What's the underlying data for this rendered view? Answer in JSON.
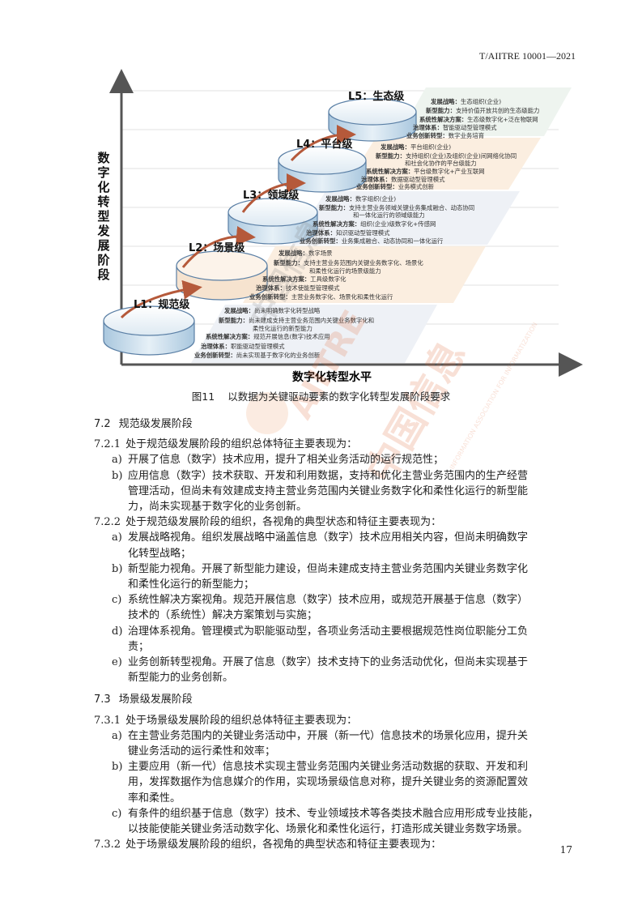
{
  "header": {
    "standard_id": "T/AIITRE 10001—2021"
  },
  "figure": {
    "y_axis_label": [
      "数",
      "字",
      "化",
      "转",
      "型",
      "发",
      "展",
      "阶",
      "段"
    ],
    "x_axis_label": "数字化转型水平",
    "watermark": {
      "line1": "中国信息",
      "line2": "中国信息",
      "line3": "AIITRE",
      "line4": "INFORMATION ASSOCIATION FOR INFORMATIZATION"
    },
    "levels": [
      {
        "name": "L1：规范级",
        "rows": [
          {
            "k": "发展战略：",
            "v": "尚未明确数字化转型战略"
          },
          {
            "k": "新型能力：",
            "v": "尚未建成支持主营业务范围内关键业务数字化和"
          },
          {
            "k": "",
            "v": "柔性化运行的新型能力"
          },
          {
            "k": "系统性解决方案：",
            "v": "规范开展信息(数字)技术应用"
          },
          {
            "k": "治理体系：",
            "v": "职能驱动型管理模式"
          },
          {
            "k": "业务创新转型：",
            "v": "尚未实现基于数字化的业务创新"
          }
        ]
      },
      {
        "name": "L2：场景级",
        "rows": [
          {
            "k": "发展战略：",
            "v": "数字场景"
          },
          {
            "k": "新型能力：",
            "v": "支持主营业务范围内关键业务数字化、场景化"
          },
          {
            "k": "",
            "v": "和柔性化运行的场景级能力"
          },
          {
            "k": "系统性解决方案：",
            "v": "工具级数字化"
          },
          {
            "k": "治理体系：",
            "v": "技术使能型管理模式"
          },
          {
            "k": "业务创新转型：",
            "v": "主营业务数字化、场景化和柔性化运行"
          }
        ]
      },
      {
        "name": "L3：领域级",
        "rows": [
          {
            "k": "发展战略：",
            "v": "数字组织(企业)"
          },
          {
            "k": "新型能力：",
            "v": "支持主营业务领域关键业务集成融合、动态协同"
          },
          {
            "k": "",
            "v": "和一体化运行的领域级能力"
          },
          {
            "k": "系统性解决方案：",
            "v": "组织(企业)级数字化+传感网"
          },
          {
            "k": "治理体系：",
            "v": "知识驱动型管理模式"
          },
          {
            "k": "业务创新转型：",
            "v": "业务集成融合、动态协同和一体化运行"
          }
        ]
      },
      {
        "name": "L4：平台级",
        "rows": [
          {
            "k": "发展战略：",
            "v": "平台组织(企业)"
          },
          {
            "k": "新型能力：",
            "v": "支持组织(企业)及组织(企业)间网络化协同"
          },
          {
            "k": "",
            "v": "和社会化协作的平台级能力"
          },
          {
            "k": "系统性解决方案：",
            "v": "平台级数字化+产业互联网"
          },
          {
            "k": "治理体系：",
            "v": "数据驱动型管理模式"
          },
          {
            "k": "业务创新转型：",
            "v": "业务模式创新"
          }
        ]
      },
      {
        "name": "L5：生态级",
        "rows": [
          {
            "k": "发展战略：",
            "v": "生态组织(企业)"
          },
          {
            "k": "新型能力：",
            "v": "支持价值开放共创的生态级能力"
          },
          {
            "k": "系统性解决方案：",
            "v": "生态级数字化+泛在物联网"
          },
          {
            "k": "治理体系：",
            "v": "智能驱动型管理模式"
          },
          {
            "k": "业务创新转型：",
            "v": "数字业务培育"
          }
        ]
      }
    ]
  },
  "caption": {
    "label": "图11",
    "text": "以数据为关键驱动要素的数字化转型发展阶段要求"
  },
  "s72": {
    "num": "7.2",
    "title": "规范级发展阶段",
    "c1": {
      "num": "7.2.1",
      "text": "处于规范级发展阶段的组织总体特征主要表现为："
    },
    "c1_items": [
      {
        "lbl": "a)",
        "l1": "开展了信息（数字）技术应用，提升了相关业务活动的运行规范性；"
      },
      {
        "lbl": "b)",
        "l1": "应用信息（数字）技术获取、开发和利用数据，支持和优化主营业务范围内的生产经营",
        "l2": "管理活动，但尚未有效建成支持主营业务范围内关键业务数字化和柔性化运行的新型能",
        "l3": "力，尚未实现基于数字化的业务创新。"
      }
    ],
    "c2": {
      "num": "7.2.2",
      "text": "处于规范级发展阶段的组织，各视角的典型状态和特征主要表现为："
    },
    "c2_items": [
      {
        "lbl": "a)",
        "l1": "发展战略视角。组织发展战略中涵盖信息（数字）技术应用相关内容，但尚未明确数字",
        "l2": "化转型战略；"
      },
      {
        "lbl": "b)",
        "l1": "新型能力视角。开展了新型能力建设，但尚未建成支持主营业务范围内关键业务数字化",
        "l2": "和柔性化运行的新型能力；"
      },
      {
        "lbl": "c)",
        "l1": "系统性解决方案视角。规范开展信息（数字）技术应用，或规范开展基于信息（数字）",
        "l2": "技术的（系统性）解决方案策划与实施；"
      },
      {
        "lbl": "d)",
        "l1": "治理体系视角。管理模式为职能驱动型，各项业务活动主要根据规范性岗位职能分工负",
        "l2": "责；"
      },
      {
        "lbl": "e)",
        "l1": "业务创新转型视角。开展了信息（数字）技术支持下的业务活动优化，但尚未实现基于",
        "l2": "新型能力的业务创新。"
      }
    ]
  },
  "s73": {
    "num": "7.3",
    "title": "场景级发展阶段",
    "c1": {
      "num": "7.3.1",
      "text": "处于场景级发展阶段的组织总体特征主要表现为："
    },
    "c1_items": [
      {
        "lbl": "a)",
        "l1": "在主营业务范围内的关键业务活动中，开展（新一代）信息技术的场景化应用，提升关",
        "l2": "键业务活动的运行柔性和效率；"
      },
      {
        "lbl": "b)",
        "l1": "主要应用（新一代）信息技术实现主营业务范围内关键业务活动数据的获取、开发和利",
        "l2": "用，发挥数据作为信息媒介的作用，实现场景级信息对称，提升关键业务的资源配置效",
        "l3": "率和柔性。"
      },
      {
        "lbl": "c)",
        "l1": "有条件的组织基于信息（数字）技术、专业领域技术等各类技术融合应用形成专业技能，",
        "l2": "以技能使能关键业务活动数字化、场景化和柔性化运行，打造形成关键业务数字场景。"
      }
    ],
    "c2": {
      "num": "7.3.2",
      "text": "处于场景级发展阶段的组织，各视角的典型状态和特征主要表现为："
    }
  },
  "footer": {
    "page_number": "17"
  }
}
